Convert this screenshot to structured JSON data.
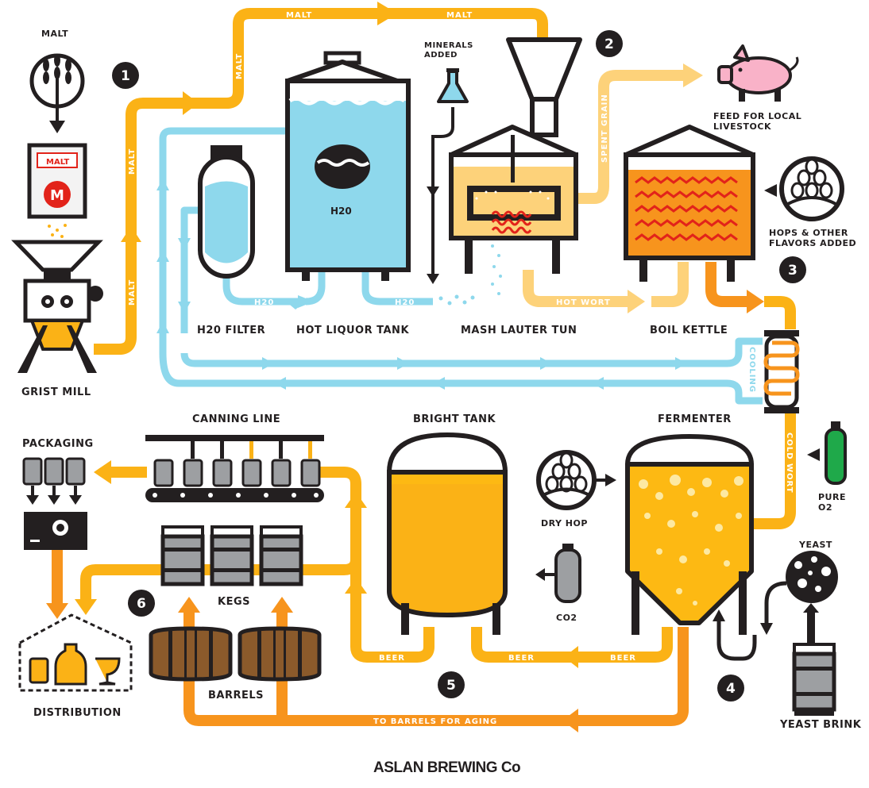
{
  "colors": {
    "malt": "#fbb216",
    "malt_light": "#fdd27a",
    "wort": "#f7941d",
    "water": "#8ed8ec",
    "outline": "#231f20",
    "beer": "#fdb913",
    "boil_red": "#e2231a",
    "pig": "#f9b2c8",
    "o2_green": "#1fa94a",
    "co2_grey": "#9d9fa2"
  },
  "labels": {
    "malt": "MALT",
    "minerals_added": "MINERALS\nADDED",
    "feed_livestock": "FEED FOR LOCAL\nLIVESTOCK",
    "hops_flavors": "HOPS & OTHER\nFLAVORS ADDED",
    "h2o_filter": "H20 FILTER",
    "hot_liquor_tank": "HOT LIQUOR TANK",
    "h2o_tank": "H20",
    "mash_lauter_tun": "MASH LAUTER TUN",
    "boil_kettle": "BOIL KETTLE",
    "grist_mill": "GRIST MILL",
    "canning_line": "CANNING LINE",
    "bright_tank": "BRIGHT TANK",
    "fermenter": "FERMENTER",
    "packaging": "PACKAGING",
    "dry_hop": "DRY HOP",
    "pure_o2": "PURE\nO2",
    "yeast": "YEAST",
    "co2": "CO2",
    "kegs": "KEGS",
    "barrels": "BARRELS",
    "distribution": "DISTRIBUTION",
    "yeast_brink": "YEAST BRINK",
    "bag_text": "MALT",
    "bag_logo": "M"
  },
  "flow_labels": {
    "malt_top_1": "MALT",
    "malt_top_2": "MALT",
    "malt_vertical_1": "MALT",
    "malt_vertical_2": "MALT",
    "malt_vertical_3": "MALT",
    "spent_grain": "SPENT GRAIN",
    "h2o_1": "H20",
    "h2o_2": "H20",
    "hot_wort": "HOT WORT",
    "cooling": "COOLING",
    "cold_wort": "COLD WORT",
    "beer_1": "BEER",
    "beer_2": "BEER",
    "beer_3": "BEER",
    "to_barrels": "TO BARRELS FOR AGING"
  },
  "steps": [
    "1",
    "2",
    "3",
    "4",
    "5",
    "6"
  ],
  "brand": "ASLAN BREWING Co"
}
